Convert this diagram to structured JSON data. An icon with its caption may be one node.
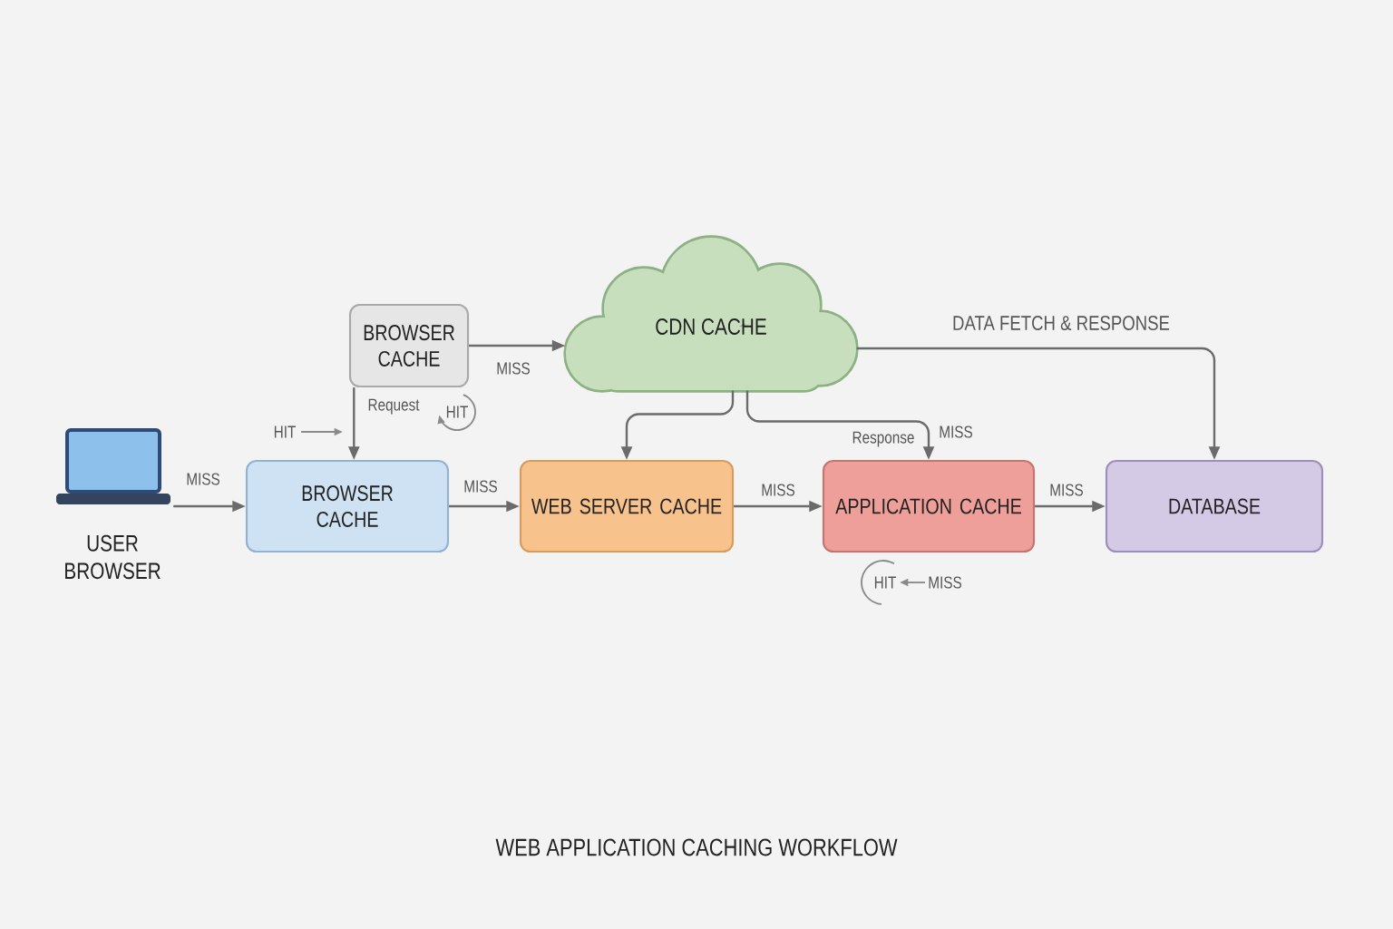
{
  "diagram": {
    "caption": "WEB APPLICATION CACHING WORKFLOW",
    "nodes": [
      {
        "text": [
          "USER BROWSER"
        ]
      },
      {
        "text": [
          "BROWSER CACHE"
        ]
      },
      {
        "text": [
          "CDN CACHE"
        ]
      },
      {
        "text": [
          "BROWSER CACHE"
        ]
      },
      {
        "text": [
          "WEB SERVER CACHE"
        ]
      },
      {
        "text": [
          "APPLICATION CACHE"
        ]
      },
      {
        "text": [
          "DATABASE"
        ]
      }
    ],
    "edges": [
      {
        "from": 0,
        "to": 3,
        "arrow": "to",
        "label": "MISS"
      },
      {
        "from": 1,
        "to": 2,
        "arrow": "to",
        "label": "MISS"
      },
      {
        "from": 1,
        "to": 3,
        "arrow": "to"
      },
      {
        "from": 3,
        "to": 4,
        "arrow": "to",
        "label": "MISS"
      },
      {
        "from": 4,
        "to": 5,
        "arrow": "to",
        "label": "MISS"
      },
      {
        "from": 5,
        "to": 6,
        "arrow": "to",
        "label": "MISS"
      },
      {
        "from": 2,
        "to": 4,
        "arrow": "to"
      },
      {
        "from": 2,
        "to": 5,
        "arrow": "to"
      },
      {
        "from": 2,
        "to": 6,
        "arrow": "to",
        "label": "DATA FETCH & RESPONSE"
      }
    ],
    "labels": [
      "Request",
      "HIT",
      "HIT",
      "Response",
      "MISS",
      "HIT",
      "MISS"
    ]
  }
}
